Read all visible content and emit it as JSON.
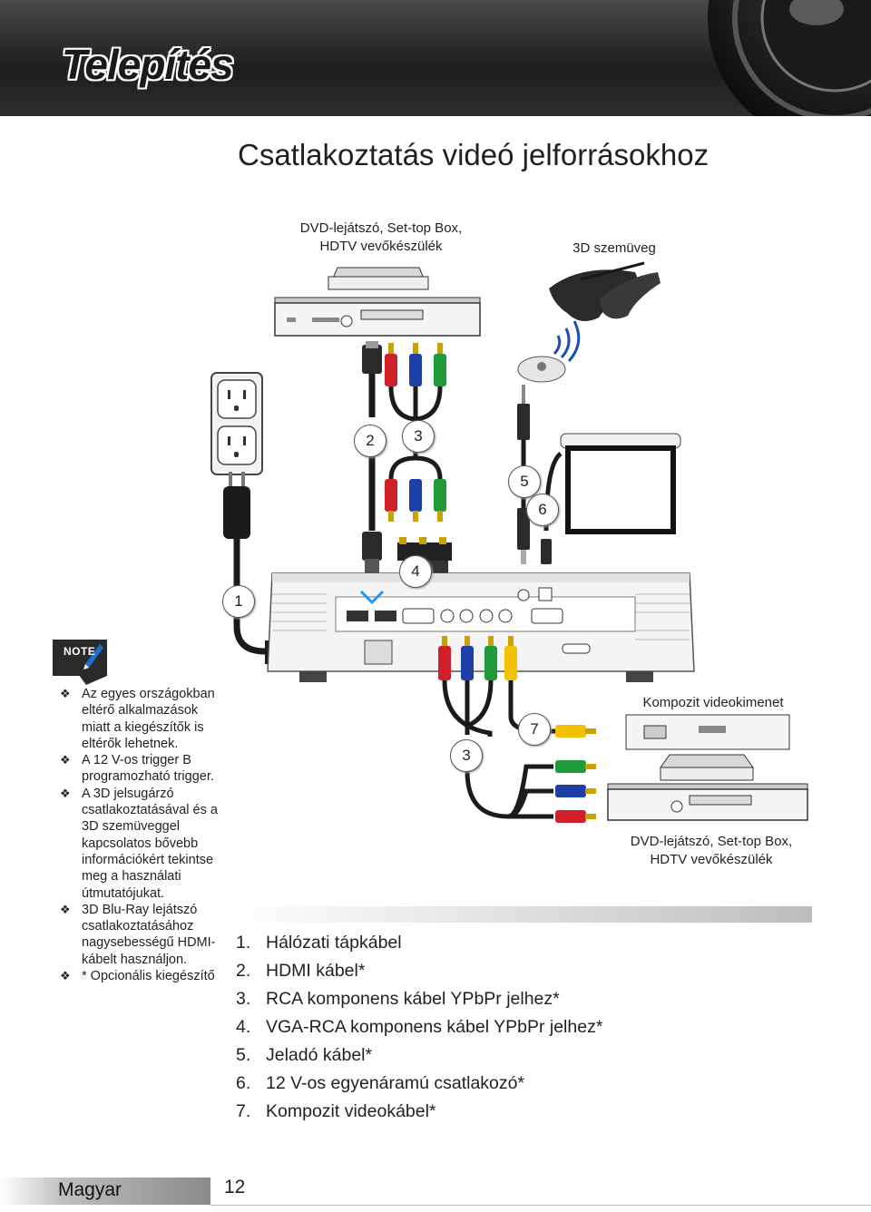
{
  "header": {
    "section_title": "Telepítés"
  },
  "page_title": "Csatlakoztatás videó jelforrásokhoz",
  "diagram": {
    "top_source_label_line1": "DVD-lejátszó, Set-top Box,",
    "top_source_label_line2": "HDTV vevőkészülék",
    "glasses_label": "3D szemüveg",
    "composite_out_label": "Kompozit videokimenet",
    "bottom_source_label_line1": "DVD-lejátszó, Set-top Box,",
    "bottom_source_label_line2": "HDTV vevőkészülék",
    "callouts": [
      "1",
      "2",
      "3",
      "4",
      "5",
      "6",
      "3",
      "7"
    ]
  },
  "note": {
    "badge": "NOTE",
    "items": [
      "Az egyes országokban eltérő alkalmazások miatt a kiegészítők is eltérők lehetnek.",
      "A 12 V-os trigger B programozható trigger.",
      "A 3D jelsugárzó csatlakoztatásával és a 3D szemüveggel kapcsolatos bővebb információkért tekintse meg a használati útmutatójukat.",
      "3D Blu-Ray lejátszó csatlakoztatásához nagysebességű HDMI-kábelt használjon.",
      "* Opcionális kiegészítő"
    ]
  },
  "legend": [
    {
      "n": "1.",
      "text": "Hálózati tápkábel"
    },
    {
      "n": "2.",
      "text": "HDMI kábel*"
    },
    {
      "n": "3.",
      "text": "RCA komponens kábel YPbPr jelhez*"
    },
    {
      "n": "4.",
      "text": "VGA-RCA komponens kábel YPbPr jelhez*"
    },
    {
      "n": "5.",
      "text": "Jeladó kábel*"
    },
    {
      "n": "6.",
      "text": "12 V-os egyenáramú csatlakozó*"
    },
    {
      "n": "7.",
      "text": "Kompozit videokábel*"
    }
  ],
  "footer": {
    "language": "Magyar",
    "page_number": "12"
  }
}
